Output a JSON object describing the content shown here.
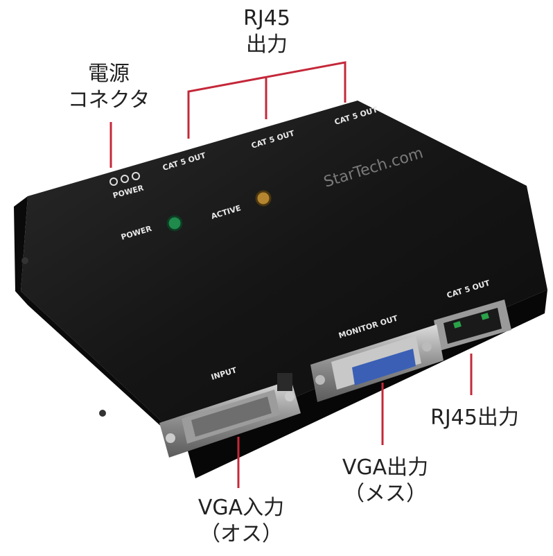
{
  "callouts": {
    "rj45_top": {
      "line1": "RJ45",
      "line2": "出力"
    },
    "power_connector": {
      "line1": "電源",
      "line2": "コネクタ"
    },
    "rj45_right": {
      "text": "RJ45出力"
    },
    "vga_out": {
      "line1": "VGA出力",
      "line2": "（メス）"
    },
    "vga_in": {
      "line1": "VGA入力",
      "line2": "（オス）"
    }
  },
  "device": {
    "brand": "StarTech.com",
    "port_labels": {
      "cat5_a": "CAT 5 OUT",
      "cat5_b": "CAT 5 OUT",
      "cat5_c": "CAT 5 OUT",
      "cat5_side": "CAT 5 OUT",
      "power_jack": "POWER",
      "power_led": "POWER",
      "active_led": "ACTIVE",
      "monitor_out": "MONITOR OUT",
      "input": "INPUT"
    }
  },
  "colors": {
    "callout_line": "#c4283a",
    "device_body": "#141414",
    "power_led": "#1f8a4c",
    "active_led": "#b5862f",
    "vga_female": "#3a5fb5"
  }
}
